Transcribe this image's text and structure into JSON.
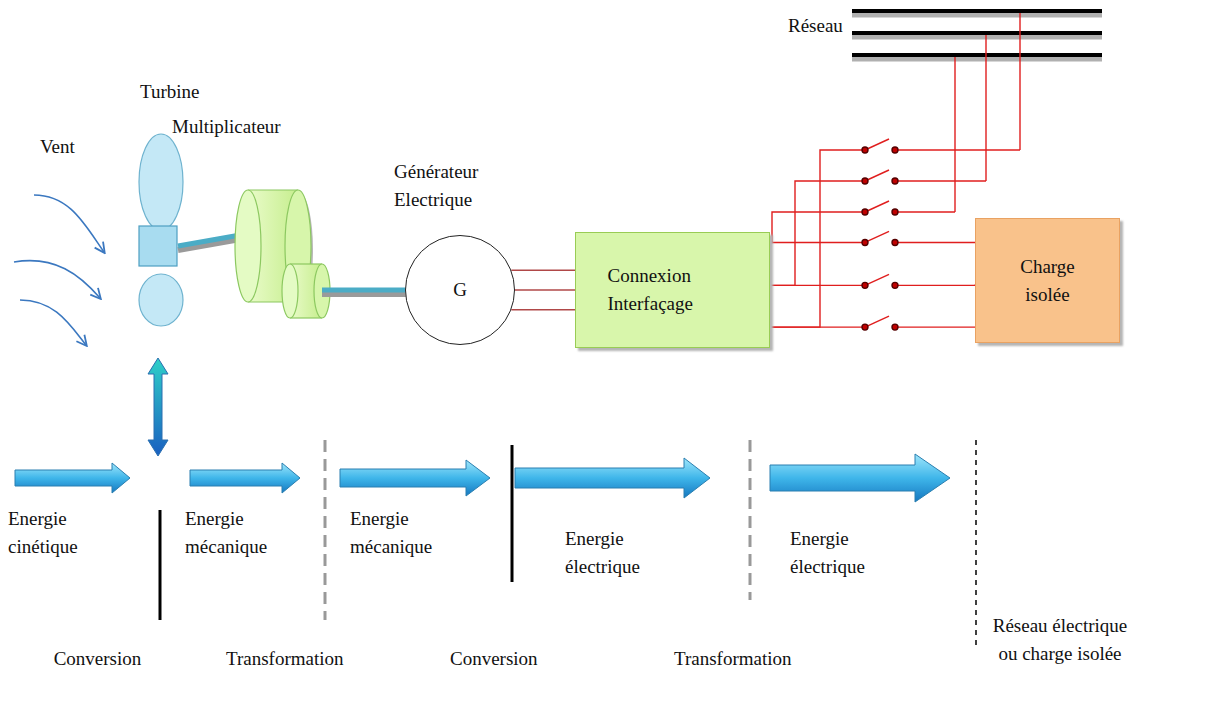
{
  "diagram": {
    "nodes": [
      {
        "text": [
          "Générateur Electrique",
          "G"
        ]
      },
      {
        "text": [
          "Connexion Interfaçage"
        ]
      },
      {
        "text": [
          "Charge isolée"
        ]
      }
    ],
    "edges": [
      {
        "from": 0,
        "to": 1,
        "arrow": "none"
      },
      {
        "from": 1,
        "to": 2,
        "arrow": "none"
      }
    ],
    "labels": [
      "Vent",
      "Turbine",
      "Multiplicateur",
      "Réseau",
      "Energie cinétique",
      "Energie mécanique",
      "Energie mécanique",
      "Energie électrique",
      "Energie électrique",
      "Réseau électrique ou charge isolée",
      "Conversion",
      "Transformation",
      "Conversion",
      "Transformation"
    ]
  }
}
